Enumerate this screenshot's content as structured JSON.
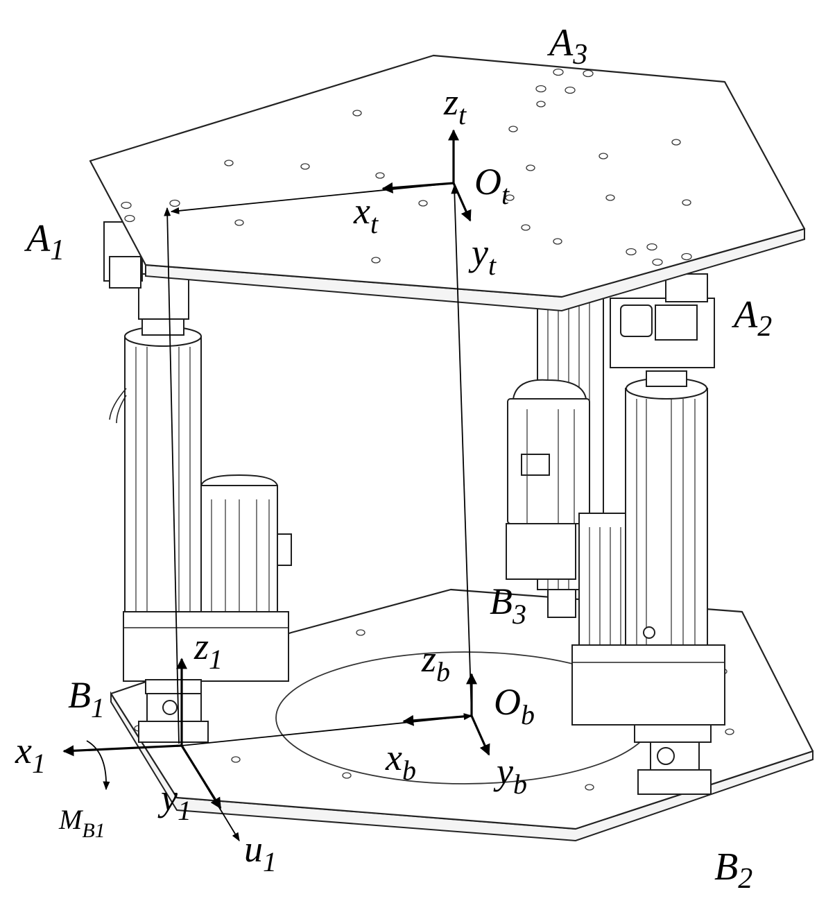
{
  "labels": {
    "A1": {
      "main": "A",
      "sub": "1"
    },
    "A2": {
      "main": "A",
      "sub": "2"
    },
    "A3": {
      "main": "A",
      "sub": "3"
    },
    "B1": {
      "main": "B",
      "sub": "1"
    },
    "B2": {
      "main": "B",
      "sub": "2"
    },
    "B3": {
      "main": "B",
      "sub": "3"
    },
    "zt": {
      "main": "z",
      "sub": "t"
    },
    "Ot": {
      "main": "O",
      "sub": "t"
    },
    "xt": {
      "main": "x",
      "sub": "t"
    },
    "yt": {
      "main": "y",
      "sub": "t"
    },
    "zb": {
      "main": "z",
      "sub": "b"
    },
    "Ob": {
      "main": "O",
      "sub": "b"
    },
    "xb": {
      "main": "x",
      "sub": "b"
    },
    "yb": {
      "main": "y",
      "sub": "b"
    },
    "z1": {
      "main": "z",
      "sub": "1"
    },
    "x1": {
      "main": "x",
      "sub": "1"
    },
    "y1": {
      "main": "y",
      "sub": "1"
    },
    "u1": {
      "main": "u",
      "sub": "1"
    },
    "MB1": {
      "main": "M",
      "sub": "B1"
    }
  }
}
